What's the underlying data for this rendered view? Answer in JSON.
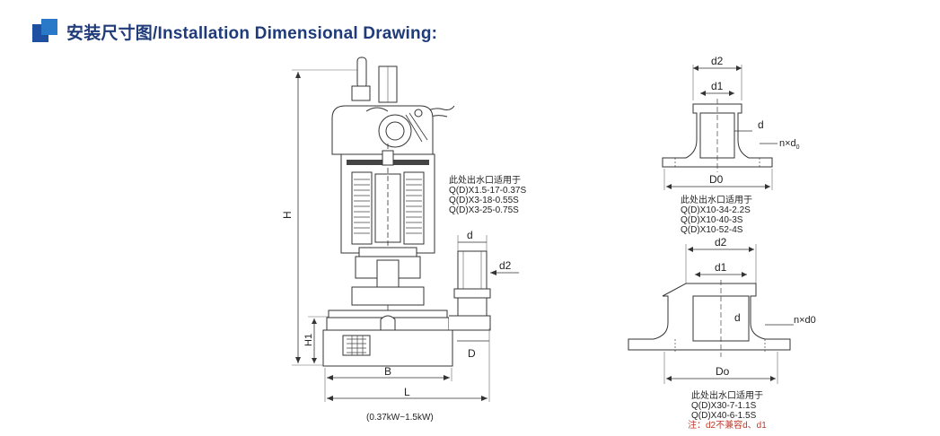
{
  "header": {
    "title": "安装尺寸图/Installation Dimensional Drawing:"
  },
  "pump": {
    "labels": {
      "H": "H",
      "H1": "H1",
      "B": "B",
      "L": "L",
      "D": "D",
      "d": "d",
      "d2": "d2"
    },
    "caption": "(0.37kW~1.5kW)",
    "outlet_note": {
      "heading": "此处出水口适用于",
      "models": [
        "Q(D)X1.5-17-0.37S",
        "Q(D)X3-18-0.55S",
        "Q(D)X3-25-0.75S"
      ]
    }
  },
  "flange_top": {
    "labels": {
      "d2": "d2",
      "d1": "d1",
      "d": "d",
      "nd": "n×d",
      "nd_sub": "0",
      "D0": "D0"
    },
    "note": {
      "heading": "此处出水口适用于",
      "models": [
        "Q(D)X10-34-2.2S",
        "Q(D)X10-40-3S",
        "Q(D)X10-52-4S"
      ]
    }
  },
  "flange_bottom": {
    "labels": {
      "d2": "d2",
      "d1": "d1",
      "d": "d",
      "nd": "n×d0",
      "Do": "Do"
    },
    "note": {
      "heading": "此处出水口适用于",
      "models": [
        "Q(D)X30-7-1.1S",
        "Q(D)X40-6-1.5S"
      ],
      "remark": "注：d2不兼容d、d1"
    }
  },
  "colors": {
    "title": "#1f3b7a",
    "logo_dark": "#1f4fa0",
    "logo_light": "#2a78c8",
    "remark": "#c0392b",
    "line": "#333333"
  }
}
